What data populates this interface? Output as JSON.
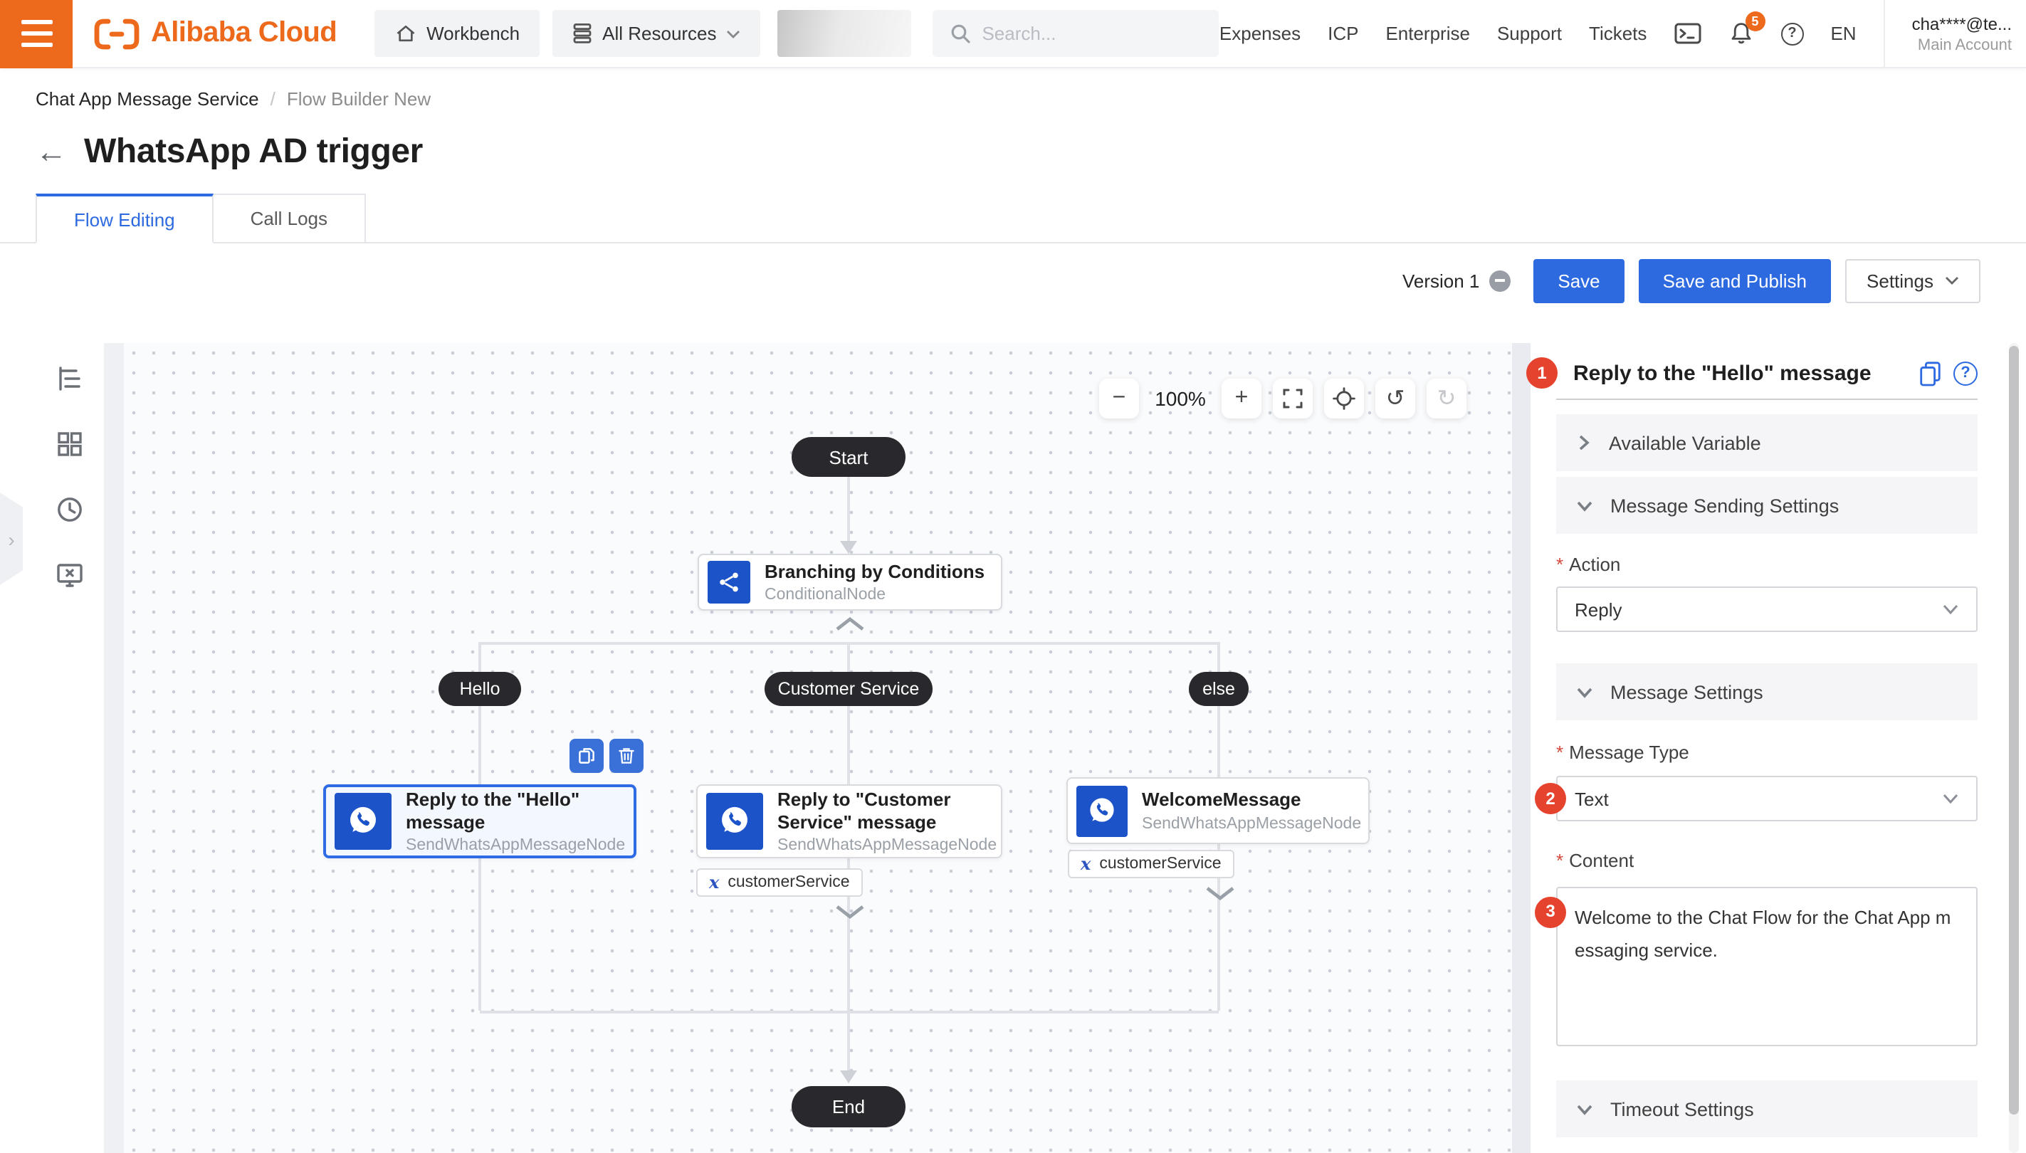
{
  "topbar": {
    "brand": "Alibaba Cloud",
    "workbench": "Workbench",
    "all_resources": "All Resources",
    "search_placeholder": "Search...",
    "links": [
      "Expenses",
      "ICP",
      "Enterprise",
      "Support",
      "Tickets"
    ],
    "notification_count": "5",
    "locale": "EN",
    "account_name": "cha****@te...",
    "account_type": "Main Account"
  },
  "breadcrumb": {
    "items": [
      "Chat App Message Service",
      "Flow Builder New"
    ],
    "separator": "/"
  },
  "page": {
    "title": "WhatsApp AD trigger",
    "back_arrow": "←"
  },
  "tabs": [
    {
      "label": "Flow Editing"
    },
    {
      "label": "Call Logs"
    }
  ],
  "toolbar": {
    "version": "Version 1",
    "save": "Save",
    "save_and_publish": "Save and Publish",
    "settings": "Settings"
  },
  "canvas": {
    "zoom_level": "100%",
    "zoom_out": "−",
    "zoom_in": "+",
    "undo_glyph": "↺",
    "redo_glyph": "↻",
    "start_label": "Start",
    "end_label": "End",
    "condition_node": {
      "title": "Branching by Conditions",
      "subtitle": "ConditionalNode"
    },
    "branch_labels": [
      "Hello",
      "Customer Service",
      "else"
    ],
    "variable_symbol": "x",
    "nodes": [
      {
        "title": "Reply to the \"Hello\" message",
        "subtitle": "SendWhatsAppMessageNode"
      },
      {
        "title": "Reply to \"Customer Service\" message",
        "subtitle": "SendWhatsAppMessageNode",
        "variable": "customerService"
      },
      {
        "title": "WelcomeMessage",
        "subtitle": "SendWhatsAppMessageNode",
        "variable": "customerService"
      }
    ]
  },
  "panel": {
    "step_badges": [
      "1",
      "2",
      "3"
    ],
    "title": "Reply to the \"Hello\" message",
    "help_glyph": "?",
    "sections": {
      "available_variable": "Available Variable",
      "message_sending": "Message Sending Settings",
      "message_settings": "Message Settings",
      "timeout": "Timeout Settings"
    },
    "fields": {
      "action_label": "Action",
      "action_value": "Reply",
      "message_type_label": "Message Type",
      "message_type_value": "Text",
      "content_label": "Content",
      "content_value": "Welcome to the Chat Flow for the Chat App messaging service."
    }
  },
  "colors": {
    "accent_blue": "#2d6ae0",
    "brand_orange": "#ed6a1c",
    "badge_red": "#e5432e",
    "node_blue": "#1d53c9"
  }
}
